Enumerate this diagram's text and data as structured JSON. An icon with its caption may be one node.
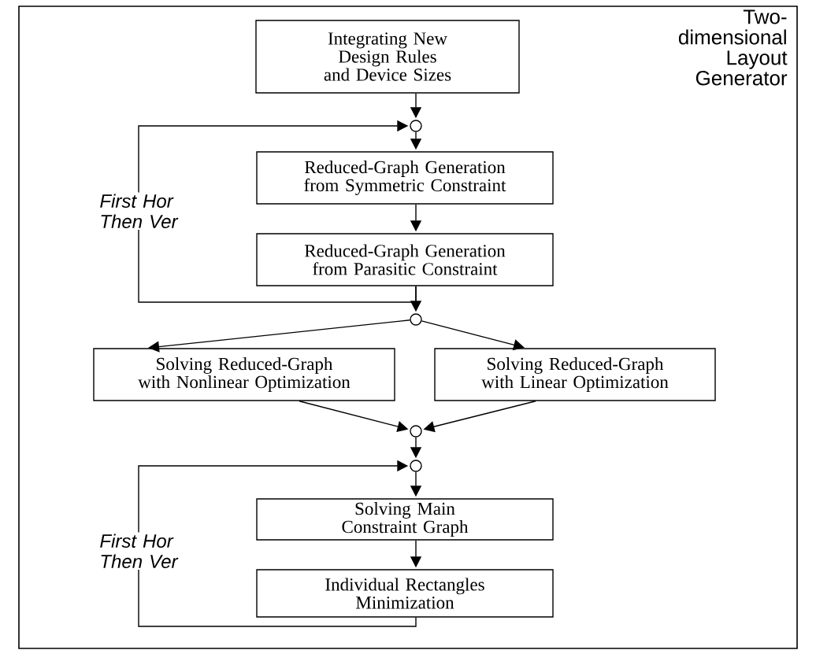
{
  "diagram": {
    "title": "Two-dimensional Layout Generator",
    "nodes": [
      {
        "text": [
          "Integrating New Design Rules and Device Sizes"
        ]
      },
      {
        "text": [],
        "shape": "circle"
      },
      {
        "text": [
          "Reduced-Graph Generation from Symmetric Constraint"
        ]
      },
      {
        "text": [
          "Reduced-Graph Generation from Parasitic Constraint"
        ]
      },
      {
        "text": [],
        "shape": "circle"
      },
      {
        "text": [
          "Solving Reduced-Graph with Nonlinear Optimization"
        ]
      },
      {
        "text": [
          "Solving Reduced-Graph with Linear Optimization"
        ]
      },
      {
        "text": [],
        "shape": "circle"
      },
      {
        "text": [],
        "shape": "circle"
      },
      {
        "text": [
          "Solving Main Constraint Graph"
        ]
      },
      {
        "text": [
          "Individual Rectangles Minimization"
        ]
      }
    ],
    "edges": [
      {
        "from": 0,
        "to": 1,
        "arrow": "to"
      },
      {
        "from": 1,
        "to": 2,
        "arrow": "to"
      },
      {
        "from": 2,
        "to": 3,
        "arrow": "to"
      },
      {
        "from": 3,
        "to": 4,
        "arrow": "to"
      },
      {
        "from": 3,
        "to": 1,
        "arrow": "to",
        "label": "First Hor Then Ver"
      },
      {
        "from": 4,
        "to": 5,
        "arrow": "to"
      },
      {
        "from": 4,
        "to": 6,
        "arrow": "to"
      },
      {
        "from": 5,
        "to": 7,
        "arrow": "to"
      },
      {
        "from": 6,
        "to": 7,
        "arrow": "to"
      },
      {
        "from": 7,
        "to": 8,
        "arrow": "to"
      },
      {
        "from": 8,
        "to": 9,
        "arrow": "to"
      },
      {
        "from": 9,
        "to": 10,
        "arrow": "to"
      },
      {
        "from": 10,
        "to": 8,
        "arrow": "to",
        "label": "First Hor Then Ver"
      }
    ]
  }
}
